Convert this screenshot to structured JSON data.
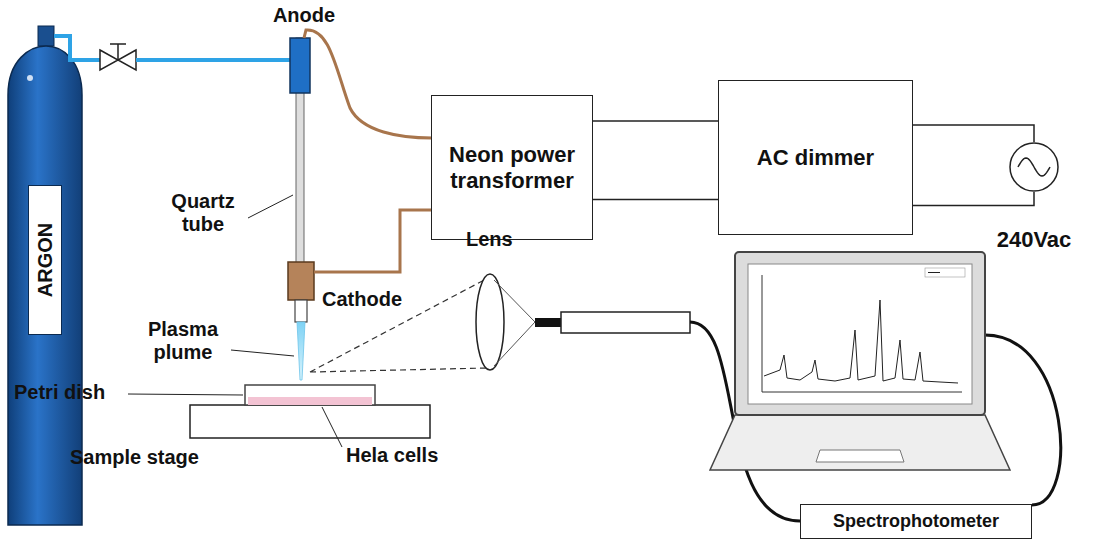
{
  "diagram": {
    "nodes": [
      {
        "text": [
          "ARGON"
        ]
      },
      {
        "text": [
          "Neon power transformer"
        ]
      },
      {
        "text": [
          "AC dimmer"
        ]
      },
      {
        "text": [
          "240Vac"
        ]
      },
      {
        "text": [
          "Spectrophotometer"
        ]
      }
    ],
    "edges": [
      {
        "from": 1,
        "to": 2,
        "arrow": "none"
      },
      {
        "from": 1,
        "to": 2,
        "arrow": "none"
      },
      {
        "from": 2,
        "to": 3,
        "arrow": "none"
      },
      {
        "from": 2,
        "to": 3,
        "arrow": "none"
      }
    ],
    "labels": [
      "Anode",
      "Quartz tube",
      "Cathode",
      "Plasma plume",
      "Lens",
      "Petri dish",
      "Sample stage",
      "Hela cells"
    ]
  }
}
